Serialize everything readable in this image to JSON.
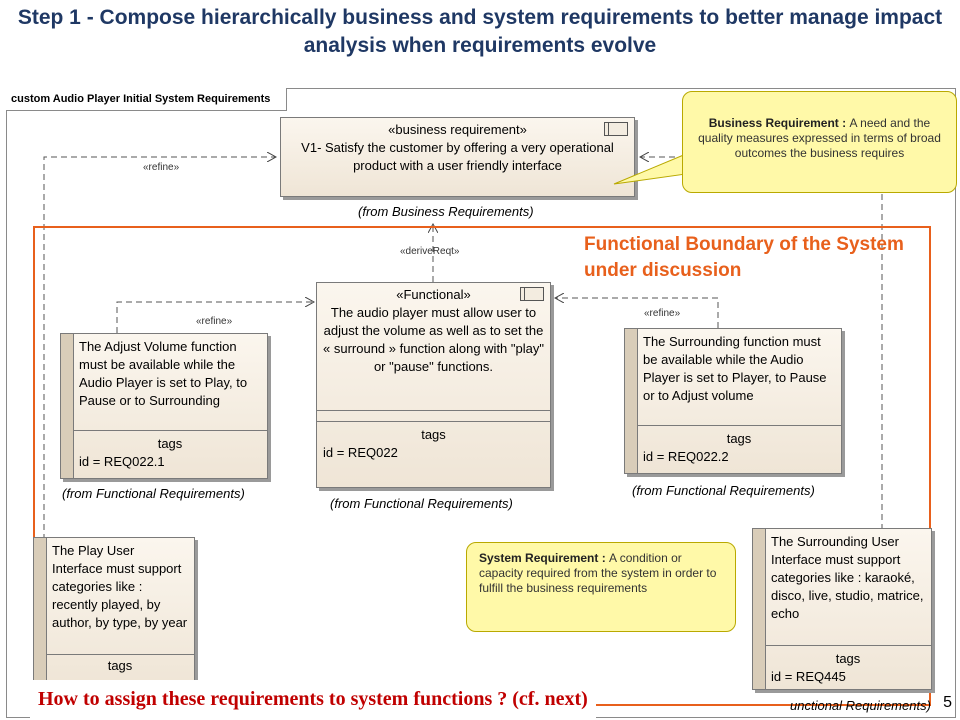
{
  "title": "Step 1 - Compose hierarchically business and system requirements to better manage impact analysis when requirements evolve",
  "frame_label": "custom Audio Player Initial System Requirements",
  "boundary_label": "Functional  Boundary of the System under discussion",
  "business_req": {
    "stereotype": "«business requirement»",
    "text": "V1- Satisfy the customer by offering a very operational product with a user friendly interface",
    "from": "(from Business Requirements)"
  },
  "functional_req": {
    "stereotype": "«Functional»",
    "text": "The audio player must allow user to adjust the volume as well as to set the « surround » function along with \"play\" or \"pause\" functions.",
    "tags_label": "tags",
    "id": "id = REQ022",
    "from": "(from Functional Requirements)"
  },
  "adjust_volume_req": {
    "text": "The Adjust Volume function must be available while the Audio Player  is set to Play, to Pause or to Surrounding",
    "tags_label": "tags",
    "id": "id = REQ022.1",
    "from": "(from Functional Requirements)"
  },
  "surrounding_req": {
    "text": "The Surrounding function must be available while the Audio Player is set to Player, to Pause or to Adjust volume",
    "tags_label": "tags",
    "id": "id = REQ022.2",
    "from": "(from Functional Requirements)"
  },
  "play_ui_req": {
    "text": "The Play User Interface must support categories like : recently played, by author, by type, by year",
    "tags_label": "tags"
  },
  "surround_ui_req": {
    "text": "The Surrounding User Interface must support categories like  : karaoké, disco, live, studio, matrice, echo",
    "tags_label": "tags",
    "id": "id = REQ445",
    "from": "unctional Requirements)"
  },
  "relations": {
    "refine_top": "«refine»",
    "derive": "«deriveReqt»",
    "refine_left": "«refine»",
    "refine_right": "«refine»"
  },
  "callout_business": {
    "title": "Business Requirement : ",
    "text": "A need and the quality measures expressed in terms of broad outcomes the business requires"
  },
  "callout_system": {
    "title": "System Requirement : ",
    "text": "A condition or capacity required from the system in order to fulfill the business requirements"
  },
  "bottom_banner": "How to assign these requirements to system functions ? (cf. next)",
  "page_number": "5"
}
